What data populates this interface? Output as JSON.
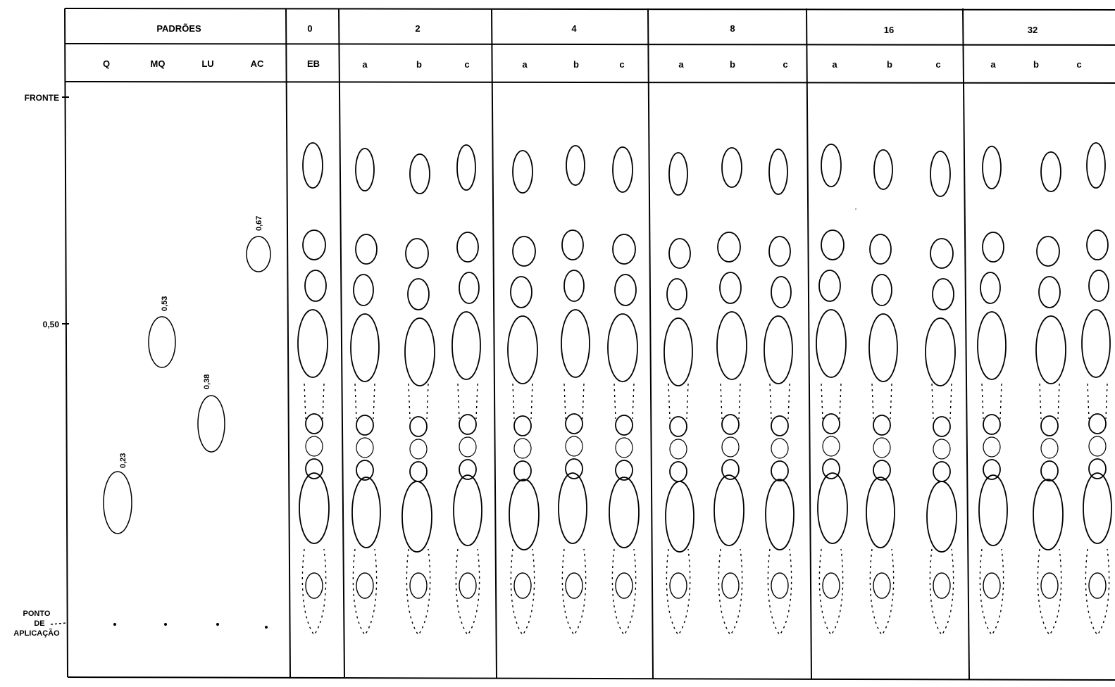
{
  "header": {
    "padroes_label": "PADRÕES",
    "groups": [
      {
        "label": "0",
        "lanes": [
          "EB"
        ]
      },
      {
        "label": "2",
        "lanes": [
          "a",
          "b",
          "c"
        ]
      },
      {
        "label": "4",
        "lanes": [
          "a",
          "b",
          "c"
        ]
      },
      {
        "label": "8",
        "lanes": [
          "a",
          "b",
          "c"
        ]
      },
      {
        "label": "16",
        "lanes": [
          "a",
          "b",
          "c"
        ]
      },
      {
        "label": "32",
        "lanes": [
          "a",
          "b",
          "c"
        ]
      }
    ],
    "standards": [
      "Q",
      "MQ",
      "LU",
      "AC"
    ]
  },
  "axis": {
    "front_label": "FRONTE",
    "mid_label": "0,50",
    "origin_label": [
      "PONTO",
      "DE",
      "APLICAÇÃO"
    ]
  },
  "standards_rf": [
    {
      "name": "Q",
      "rf": "0,23"
    },
    {
      "name": "MQ",
      "rf": "0,53"
    },
    {
      "name": "LU",
      "rf": "0,38"
    },
    {
      "name": "AC",
      "rf": "0,67"
    }
  ],
  "colors": {
    "ink": "#000000",
    "paper": "#ffffff"
  }
}
